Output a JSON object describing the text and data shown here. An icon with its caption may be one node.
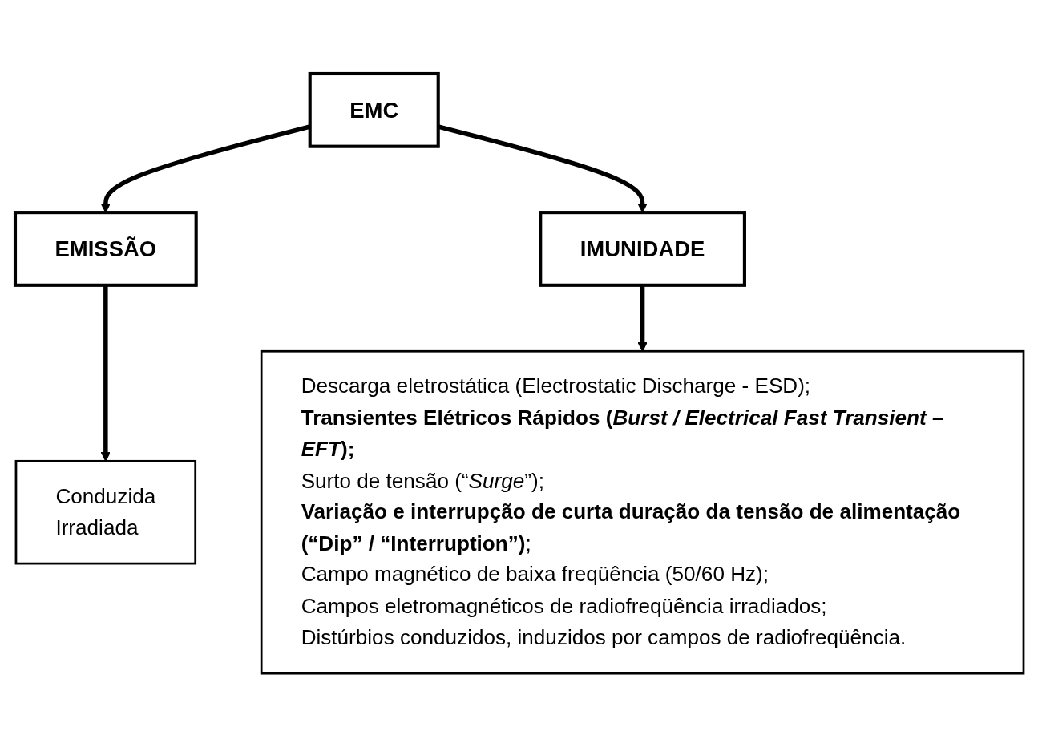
{
  "diagram": {
    "nodes": [
      {
        "text": [
          "EMC"
        ]
      },
      {
        "text": [
          "EMISSÃO"
        ]
      },
      {
        "text": [
          "IMUNIDADE"
        ]
      },
      {
        "text": [
          "Conduzida",
          "Irradiada"
        ]
      },
      {
        "text": [
          "Descarga eletrostática (Electrostatic Discharge - ESD);",
          "**Transientes Elétricos Rápidos (*Burst / Electrical Fast Transient – EFT*);**",
          "Surto de tensão (“*Surge*”);",
          "**Variação e interrupção de curta duração da tensão de alimentação (“Dip” / “Interruption”)**;",
          "Campo magnético de baixa freqüência (50/60 Hz);",
          "Campos eletromagnéticos de radiofreqüência irradiados;",
          "Distúrbios conduzidos, induzidos por campos de radiofreqüência."
        ]
      }
    ],
    "edges": [
      {
        "from": 0,
        "to": 1,
        "arrow": "to"
      },
      {
        "from": 0,
        "to": 2,
        "arrow": "to"
      },
      {
        "from": 1,
        "to": 3,
        "arrow": "to"
      },
      {
        "from": 2,
        "to": 4,
        "arrow": "to"
      }
    ]
  }
}
